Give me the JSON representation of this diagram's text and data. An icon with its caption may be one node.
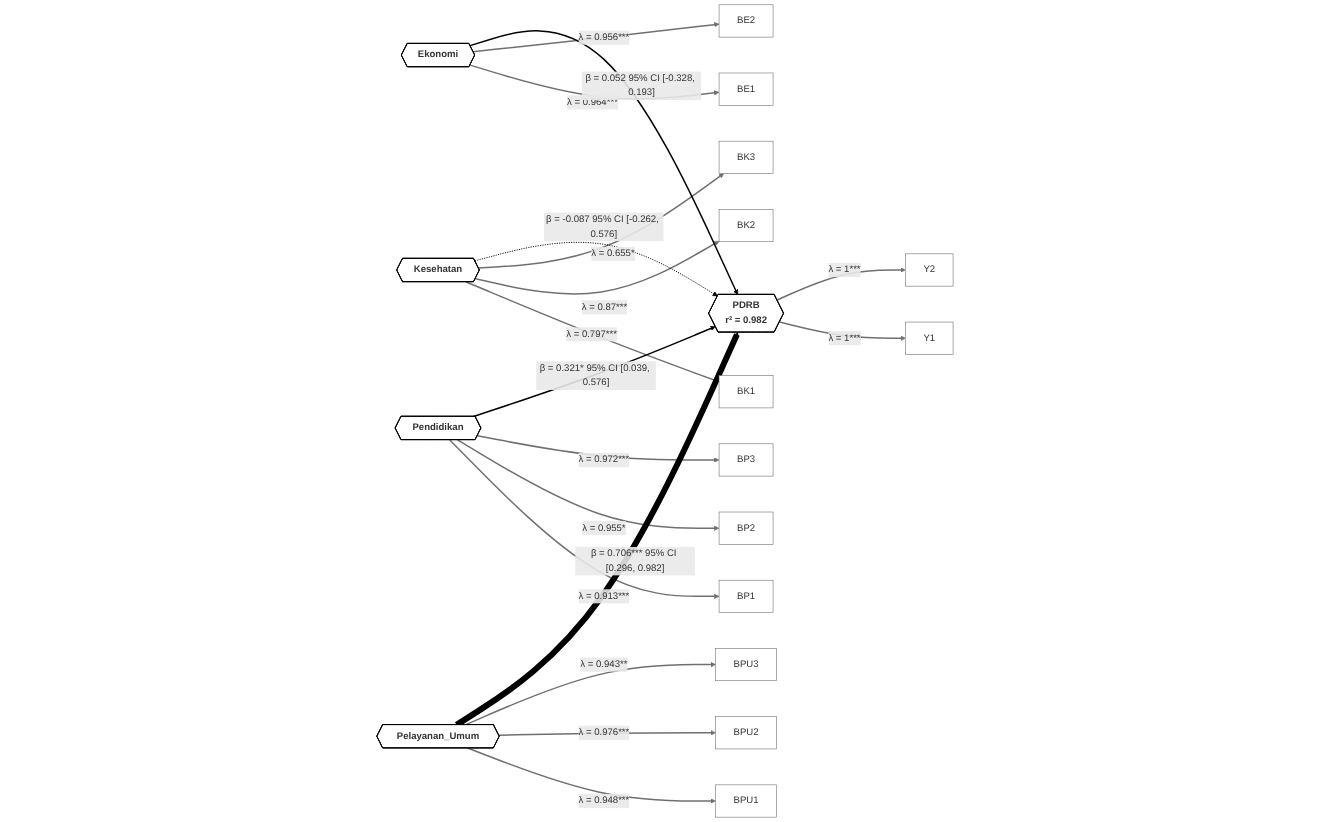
{
  "diagram": {
    "nodes": [
      {
        "text": [
          "Ekonomi"
        ]
      },
      {
        "text": [
          "Kesehatan"
        ]
      },
      {
        "text": [
          "Pendidikan"
        ]
      },
      {
        "text": [
          "Pelayanan_Umum"
        ]
      },
      {
        "text": [
          "PDRB",
          "r² = 0.982"
        ]
      },
      {
        "text": [
          "BE1"
        ]
      },
      {
        "text": [
          "BE2"
        ]
      },
      {
        "text": [
          "BK1"
        ]
      },
      {
        "text": [
          "BK2"
        ]
      },
      {
        "text": [
          "BK3"
        ]
      },
      {
        "text": [
          "BP1"
        ]
      },
      {
        "text": [
          "BP2"
        ]
      },
      {
        "text": [
          "BP3"
        ]
      },
      {
        "text": [
          "BPU1"
        ]
      },
      {
        "text": [
          "BPU2"
        ]
      },
      {
        "text": [
          "BPU3"
        ]
      },
      {
        "text": [
          "Y1"
        ]
      },
      {
        "text": [
          "Y2"
        ]
      }
    ],
    "edges": [
      {
        "from": 0,
        "to": 5,
        "arrow": "to",
        "label": "λ = 0.964***"
      },
      {
        "from": 0,
        "to": 6,
        "arrow": "to",
        "label": "λ = 0.956***"
      },
      {
        "from": 1,
        "to": 7,
        "arrow": "to",
        "label": "λ = 0.797***"
      },
      {
        "from": 1,
        "to": 8,
        "arrow": "to",
        "label": "λ = 0.87***"
      },
      {
        "from": 1,
        "to": 9,
        "arrow": "to",
        "label": "λ = 0.655*"
      },
      {
        "from": 2,
        "to": 10,
        "arrow": "to",
        "label": "λ = 0.913***"
      },
      {
        "from": 2,
        "to": 11,
        "arrow": "to",
        "label": "λ = 0.955*"
      },
      {
        "from": 2,
        "to": 12,
        "arrow": "to",
        "label": "λ = 0.972***"
      },
      {
        "from": 3,
        "to": 13,
        "arrow": "to",
        "label": "λ = 0.948***"
      },
      {
        "from": 3,
        "to": 14,
        "arrow": "to",
        "label": "λ = 0.976***"
      },
      {
        "from": 3,
        "to": 15,
        "arrow": "to",
        "label": "λ = 0.943**"
      },
      {
        "from": 0,
        "to": 4,
        "arrow": "to",
        "label": "β = 0.052 95% CI [-0.328, 0.193]",
        "color": "#000000"
      },
      {
        "from": 1,
        "to": 4,
        "arrow": "to",
        "label": "β = -0.087 95% CI [-0.262, 0.576]",
        "style": "dashed",
        "color": "#000000"
      },
      {
        "from": 2,
        "to": 4,
        "arrow": "to",
        "label": "β = 0.321* 95% CI [0.039, 0.576]",
        "color": "#000000"
      },
      {
        "from": 3,
        "to": 4,
        "arrow": "to",
        "label": "β = 0.706*** 95% CI [0.296, 0.982]",
        "style": "thick",
        "color": "#000000"
      },
      {
        "from": 4,
        "to": 16,
        "arrow": "to",
        "label": "λ = 1***"
      },
      {
        "from": 4,
        "to": 17,
        "arrow": "to",
        "label": "λ = 1***"
      }
    ]
  }
}
